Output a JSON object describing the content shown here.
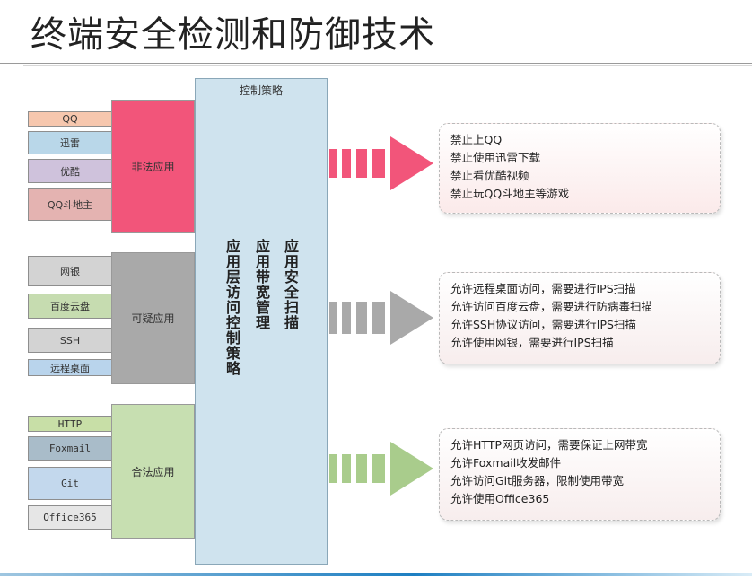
{
  "title": "终端安全检测和防御技术",
  "policy": {
    "title": "控制策略",
    "columns": [
      "应用层访问控制策略",
      "应用带宽管理",
      "应用安全扫描"
    ]
  },
  "groups": {
    "illegal": {
      "label": "非法应用",
      "apps": [
        "QQ",
        "迅雷",
        "优酷",
        "QQ斗地主"
      ],
      "notes": [
        "禁止上QQ",
        "禁止使用迅雷下载",
        "禁止看优酷视频",
        "禁止玩QQ斗地主等游戏"
      ],
      "color": "#f2557a"
    },
    "suspicious": {
      "label": "可疑应用",
      "apps": [
        "网银",
        "百度云盘",
        "SSH",
        "远程桌面"
      ],
      "notes": [
        "允许远程桌面访问，需要进行IPS扫描",
        "允许访问百度云盘，需要进行防病毒扫描",
        "允许SSH协议访问，需要进行IPS扫描",
        "允许使用网银，需要进行IPS扫描"
      ],
      "color": "#a9a9a9"
    },
    "legal": {
      "label": "合法应用",
      "apps": [
        "HTTP",
        "Foxmail",
        "Git",
        "Office365"
      ],
      "notes": [
        "允许HTTP网页访问，需要保证上网带宽",
        "允许Foxmail收发邮件",
        "允许访问Git服务器，限制使用带宽",
        "允许使用Office365"
      ],
      "color": "#a9cc8c"
    }
  },
  "colors": {
    "policy_bg": "#cfe3ee",
    "title_text": "#222222"
  }
}
